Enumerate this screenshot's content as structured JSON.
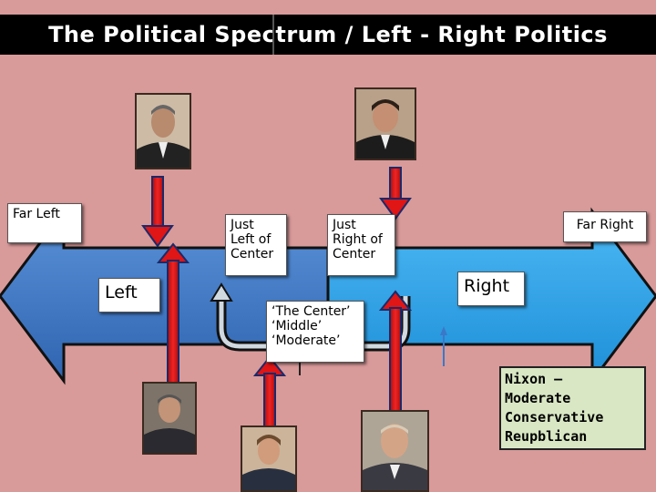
{
  "title": "The Political Spectrum / Left - Right Politics",
  "colors": {
    "background": "#d99a9a",
    "left_arrow": "#3a78c8",
    "right_arrow": "#2ea2ec",
    "pointer_arrow": "#e01515",
    "note_bg": "#d9e7c4"
  },
  "labels": {
    "far_left": "Far Left",
    "left": "Left",
    "just_left": [
      "Just",
      "Left of",
      "Center"
    ],
    "just_right": [
      "Just",
      "Right of",
      "Center"
    ],
    "center": [
      "‘The Center’",
      "‘Middle’",
      "‘Moderate’"
    ],
    "right": "Right",
    "far_right": "Far Right"
  },
  "note": {
    "lines": [
      "Nixon –",
      "Moderate",
      "Conservative",
      "Reupblican"
    ]
  },
  "portraits": [
    {
      "id": "top-left",
      "icon": "portrait-photo"
    },
    {
      "id": "top-right",
      "icon": "portrait-photo"
    },
    {
      "id": "bottom-left",
      "icon": "portrait-photo"
    },
    {
      "id": "bottom-center",
      "icon": "portrait-photo"
    },
    {
      "id": "bottom-right",
      "icon": "portrait-photo"
    }
  ]
}
